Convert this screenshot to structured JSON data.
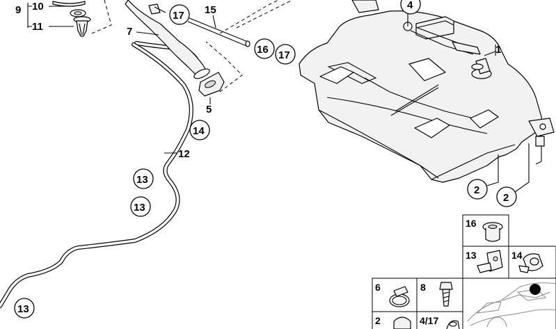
{
  "diagram": {
    "callouts": {
      "c9": "9",
      "c10": "10",
      "c11": "11",
      "c7": "7",
      "c15": "15",
      "c17a": "17",
      "c16a": "16",
      "c17b": "17",
      "c4": "4",
      "c1": "1",
      "c5": "5",
      "c14": "14",
      "c12": "12",
      "c13a": "13",
      "c13b": "13",
      "c13c": "13",
      "c2a": "2",
      "c2b": "2"
    },
    "legend": {
      "l16": "16",
      "l13": "13",
      "l14": "14",
      "l6": "6",
      "l8": "8",
      "l2": "2",
      "l417": "4/17"
    },
    "colors": {
      "stroke": "#000000",
      "fill": "#f2f2f2",
      "background": "#ffffff",
      "highlight_dot": "#000000"
    }
  }
}
